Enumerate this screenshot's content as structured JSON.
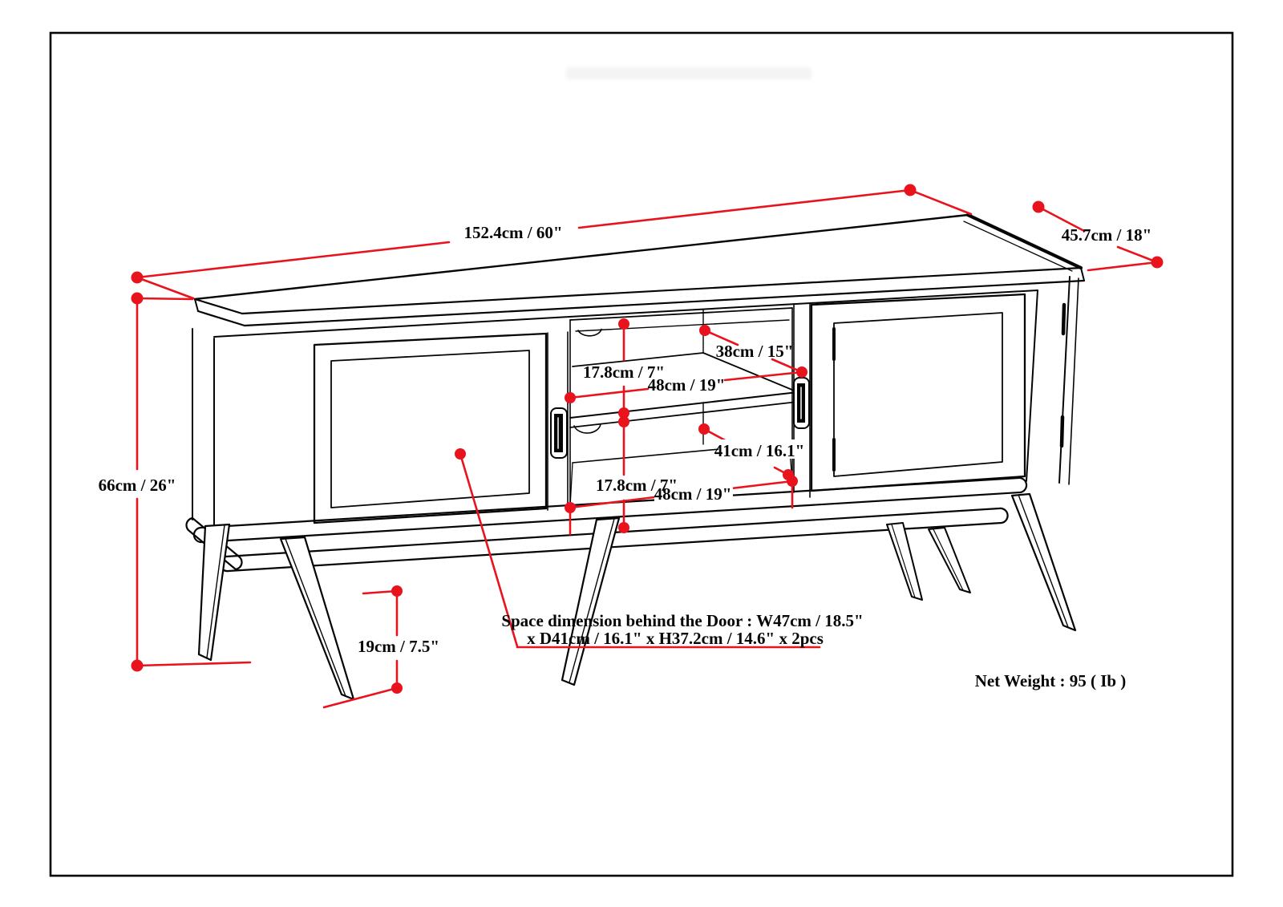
{
  "colors": {
    "dimension_red": "#e8131d",
    "outline_black": "#050505",
    "background": "#ffffff"
  },
  "labels": {
    "width": "152.4cm / 60\"",
    "depth": "45.7cm / 18\"",
    "height": "66cm / 26\"",
    "shelf_depth_upper": "38cm / 15\"",
    "compartment_height_upper": "17.8cm / 7\"",
    "compartment_width_upper": "48cm / 19\"",
    "shelf_depth_lower": "41cm / 16.1\"",
    "compartment_height_lower": "17.8cm / 7\"",
    "compartment_width_lower": "48cm / 19\"",
    "leg_height": "19cm / 7.5\"",
    "door_space_line1": "Space dimension behind the Door : W47cm / 18.5\"",
    "door_space_line2": "x D41cm / 16.1\" x H37.2cm / 14.6\" x 2pcs",
    "net_weight": "Net Weight : 95 ( Ib )"
  }
}
